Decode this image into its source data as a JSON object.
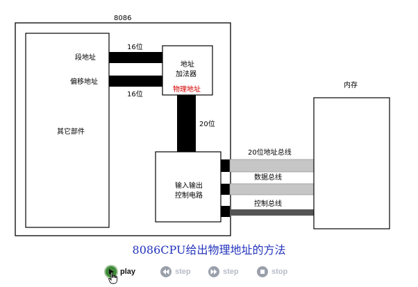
{
  "diagram": {
    "cpu_label": "8086",
    "segment_addr": "段地址",
    "offset_addr": "偏移地址",
    "other_parts": "其它部件",
    "bits_16_top": "16位",
    "bits_16_bottom": "16位",
    "adder_line1": "地址",
    "adder_line2": "加法器",
    "physical_addr": "物理地址",
    "bits_20": "20位",
    "io_line1": "输入输出",
    "io_line2": "控制电路",
    "memory": "内存",
    "addr_bus": "20位地址总线",
    "data_bus": "数据总线",
    "ctrl_bus": "控制总线",
    "title": "8086CPU给出物理地址的方法"
  },
  "controls": {
    "play": "play",
    "step_back": "step",
    "step_forward": "step",
    "stop": "stop"
  },
  "icons": {
    "play": "play-icon",
    "step_back": "rewind-icon",
    "step_forward": "forward-icon",
    "stop": "stop-icon",
    "cursor": "hand-cursor-icon"
  }
}
